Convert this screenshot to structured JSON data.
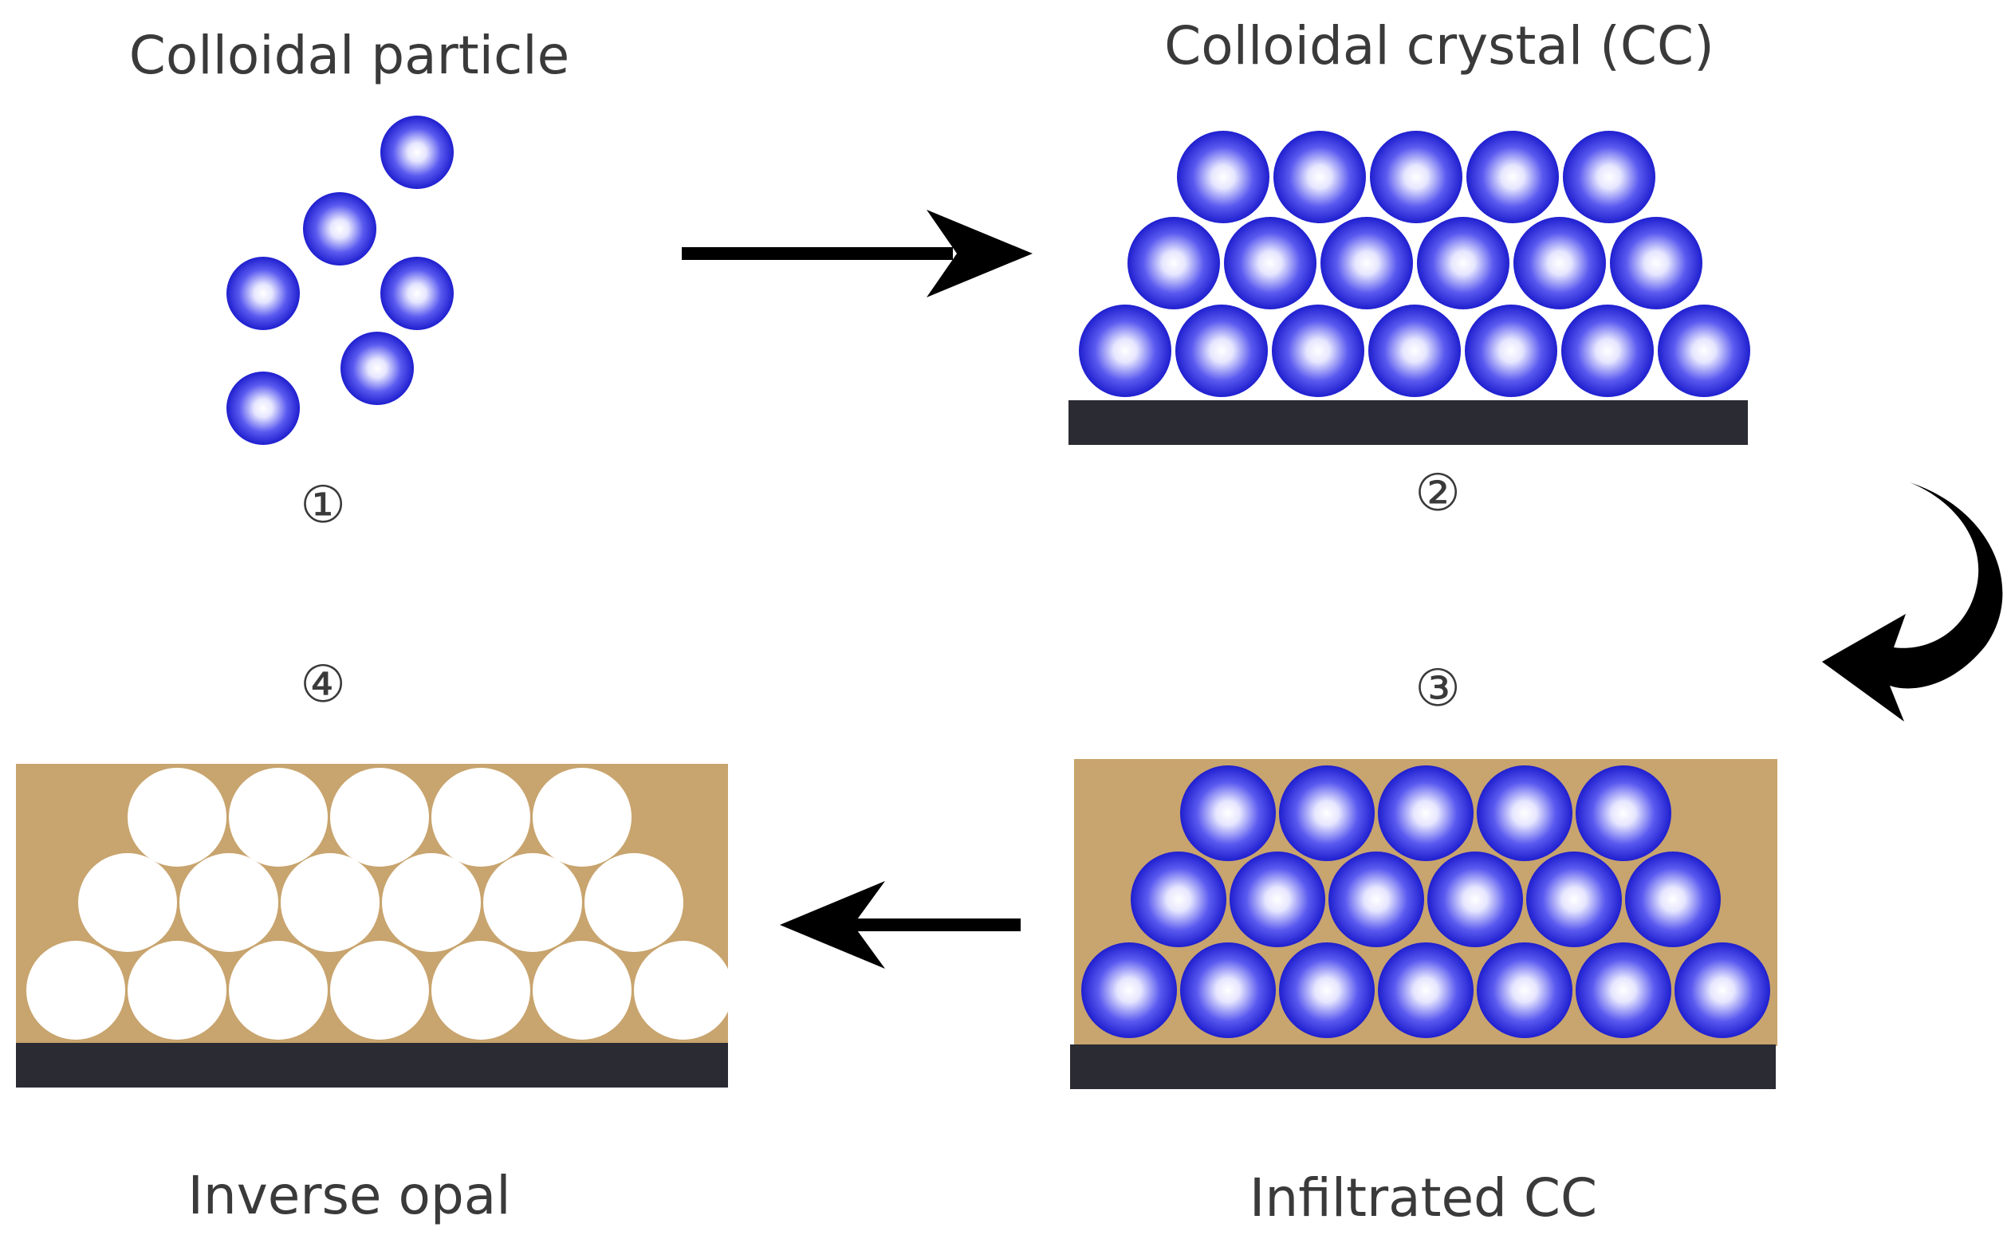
{
  "steps": [
    {
      "number": "①",
      "label": "Colloidal particle"
    },
    {
      "number": "②",
      "label": "Colloidal crystal (CC)"
    },
    {
      "number": "③",
      "label": "Infiltrated CC"
    },
    {
      "number": "④",
      "label": "Inverse opal"
    }
  ],
  "colors": {
    "sphere_edge": "#1f1fcf",
    "sphere_center": "#ffffff",
    "substrate": "#2b2b33",
    "matrix": "#c8a46e",
    "void": "#ffffff",
    "arrow": "#000000",
    "text": "#3a3a3a"
  },
  "icons": [
    "arrow-right-icon",
    "curved-arrow-icon",
    "arrow-left-icon"
  ]
}
